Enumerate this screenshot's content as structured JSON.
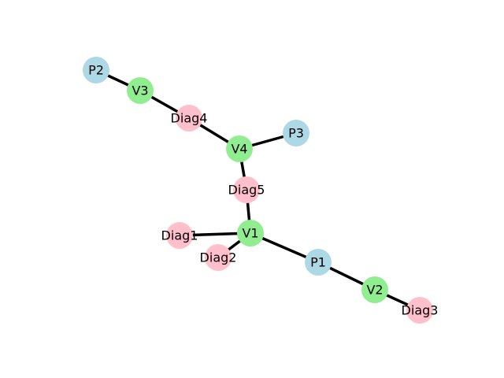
{
  "graph": {
    "colors": {
      "P": "#add8e6",
      "V": "#90ee90",
      "Diag": "#ffc0cb",
      "edge": "#000000"
    },
    "nodes": [
      {
        "id": "P2",
        "label": "P2",
        "group": "P"
      },
      {
        "id": "V3",
        "label": "V3",
        "group": "V"
      },
      {
        "id": "Diag4",
        "label": "Diag4",
        "group": "Diag"
      },
      {
        "id": "V4",
        "label": "V4",
        "group": "V"
      },
      {
        "id": "P3",
        "label": "P3",
        "group": "P"
      },
      {
        "id": "Diag5",
        "label": "Diag5",
        "group": "Diag"
      },
      {
        "id": "V1",
        "label": "V1",
        "group": "V"
      },
      {
        "id": "Diag1",
        "label": "Diag1",
        "group": "Diag"
      },
      {
        "id": "Diag2",
        "label": "Diag2",
        "group": "Diag"
      },
      {
        "id": "P1",
        "label": "P1",
        "group": "P"
      },
      {
        "id": "V2",
        "label": "V2",
        "group": "V"
      },
      {
        "id": "Diag3",
        "label": "Diag3",
        "group": "Diag"
      }
    ],
    "edges": [
      {
        "source": "P2",
        "target": "V3"
      },
      {
        "source": "V3",
        "target": "Diag4"
      },
      {
        "source": "Diag4",
        "target": "V4"
      },
      {
        "source": "V4",
        "target": "P3"
      },
      {
        "source": "V4",
        "target": "Diag5"
      },
      {
        "source": "Diag5",
        "target": "V1"
      },
      {
        "source": "V1",
        "target": "Diag1"
      },
      {
        "source": "V1",
        "target": "Diag2"
      },
      {
        "source": "V1",
        "target": "P1"
      },
      {
        "source": "P1",
        "target": "V2"
      },
      {
        "source": "V2",
        "target": "Diag3"
      }
    ]
  }
}
